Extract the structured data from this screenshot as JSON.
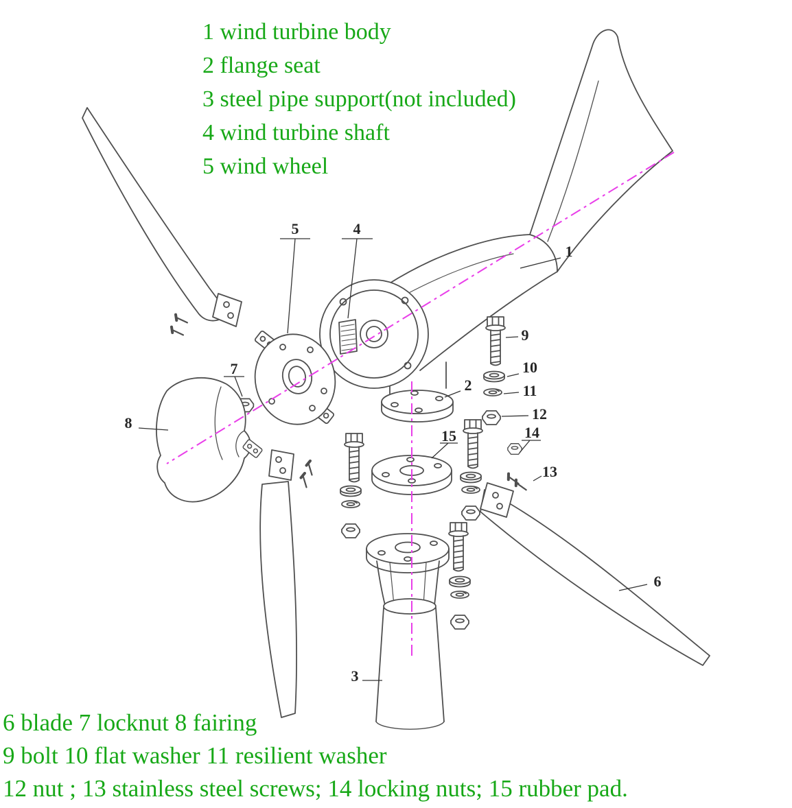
{
  "title": "Wind turbine exploded parts diagram",
  "colors": {
    "legend_green": "#17a817",
    "centerline_magenta": "#e93fe9",
    "outline_gray": "#4f4f4f"
  },
  "legend_top": {
    "lines": [
      "1 wind turbine body",
      "2 flange seat",
      "3 steel pipe support(not included)",
      "4 wind turbine shaft",
      "5 wind wheel"
    ]
  },
  "legend_bottom": {
    "lines": [
      "6 blade 7 locknut 8 fairing",
      "9 bolt 10 flat washer 11 resilient washer",
      "12 nut ; 13 stainless steel screws; 14 locking nuts; 15 rubber pad."
    ]
  },
  "callouts": [
    {
      "label": "1"
    },
    {
      "label": "2"
    },
    {
      "label": "3"
    },
    {
      "label": "4"
    },
    {
      "label": "5"
    },
    {
      "label": "6"
    },
    {
      "label": "7"
    },
    {
      "label": "8"
    },
    {
      "label": "9"
    },
    {
      "label": "10"
    },
    {
      "label": "11"
    },
    {
      "label": "12"
    },
    {
      "label": "13"
    },
    {
      "label": "14"
    },
    {
      "label": "15"
    }
  ]
}
